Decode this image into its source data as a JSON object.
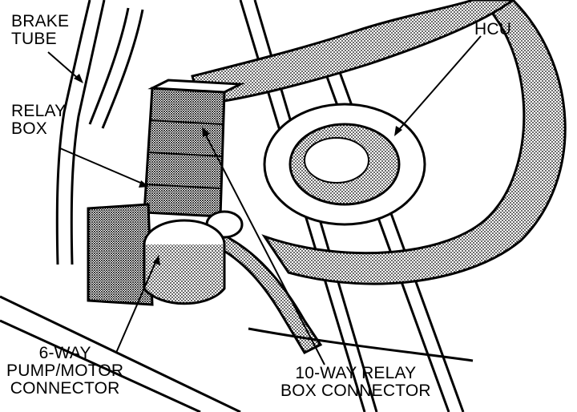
{
  "colors": {
    "ink": "#000000",
    "paper": "#ffffff",
    "shade": "#9a9a9a",
    "shade_dark": "#6f6f6f"
  },
  "labels": {
    "brake_tube": [
      "BRAKE",
      "TUBE"
    ],
    "relay_box": [
      "RELAY",
      "BOX"
    ],
    "hcu": "HCU",
    "pump_motor_connector": [
      "6-WAY",
      "PUMP/MOTOR",
      "CONNECTOR"
    ],
    "relay_box_connector": [
      "10-WAY RELAY",
      "BOX CONNECTOR"
    ]
  }
}
